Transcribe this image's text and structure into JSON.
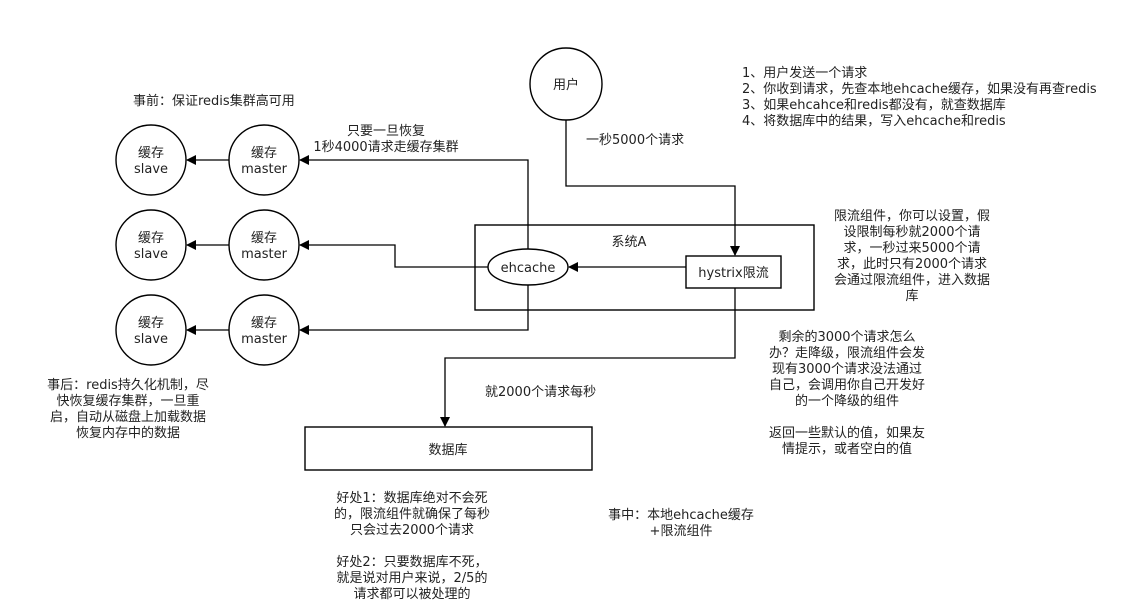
{
  "nodes": {
    "user": "用户",
    "system_label": "系统A",
    "ehcache": "ehcache",
    "hystrix": "hystrix限流",
    "database": "数据库",
    "slaves": [
      {
        "line1": "缓存",
        "line2": "slave"
      },
      {
        "line1": "缓存",
        "line2": "slave"
      },
      {
        "line1": "缓存",
        "line2": "slave"
      }
    ],
    "masters": [
      {
        "line1": "缓存",
        "line2": "master"
      },
      {
        "line1": "缓存",
        "line2": "master"
      },
      {
        "line1": "缓存",
        "line2": "master"
      }
    ]
  },
  "labels": {
    "user_rate": "一秒5000个请求",
    "db_rate": "就2000个请求每秒",
    "recover": [
      "只要一旦恢复",
      "1秒4000请求走缓存集群"
    ]
  },
  "notes": {
    "steps": [
      "1、用户发送一个请求",
      "2、你收到请求，先查本地ehcache缓存，如果没有再查redis",
      "3、如果ehcahce和redis都没有，就查数据库",
      "4、将数据库中的结果，写入ehcache和redis"
    ],
    "before": "事前：保证redis集群高可用",
    "after": [
      "事后：redis持久化机制，尽",
      "快恢复缓存集群，一旦重",
      "启，自动从磁盘上加载数据",
      "恢复内存中的数据"
    ],
    "during": [
      "事中：本地ehcache缓存",
      "+限流组件"
    ],
    "rate_limit": [
      "限流组件，你可以设置，假",
      "设限制每秒就2000个请",
      "求，一秒过来5000个请",
      "求，此时只有2000个请求",
      "会通过限流组件，进入数据",
      "库"
    ],
    "fallback": [
      "剩余的3000个请求怎么",
      "办？走降级，限流组件会发",
      "现有3000个请求没法通过",
      "自己，会调用你自己开发好",
      "的一个降级的组件"
    ],
    "fallback_return": [
      "返回一些默认的值，如果友",
      "情提示，或者空白的值"
    ],
    "benefit1": [
      "好处1：数据库绝对不会死",
      "的，限流组件就确保了每秒",
      "只会过去2000个请求"
    ],
    "benefit2": [
      "好处2：只要数据库不死，",
      "就是说对用户来说，2/5的",
      "请求都可以被处理的"
    ]
  }
}
